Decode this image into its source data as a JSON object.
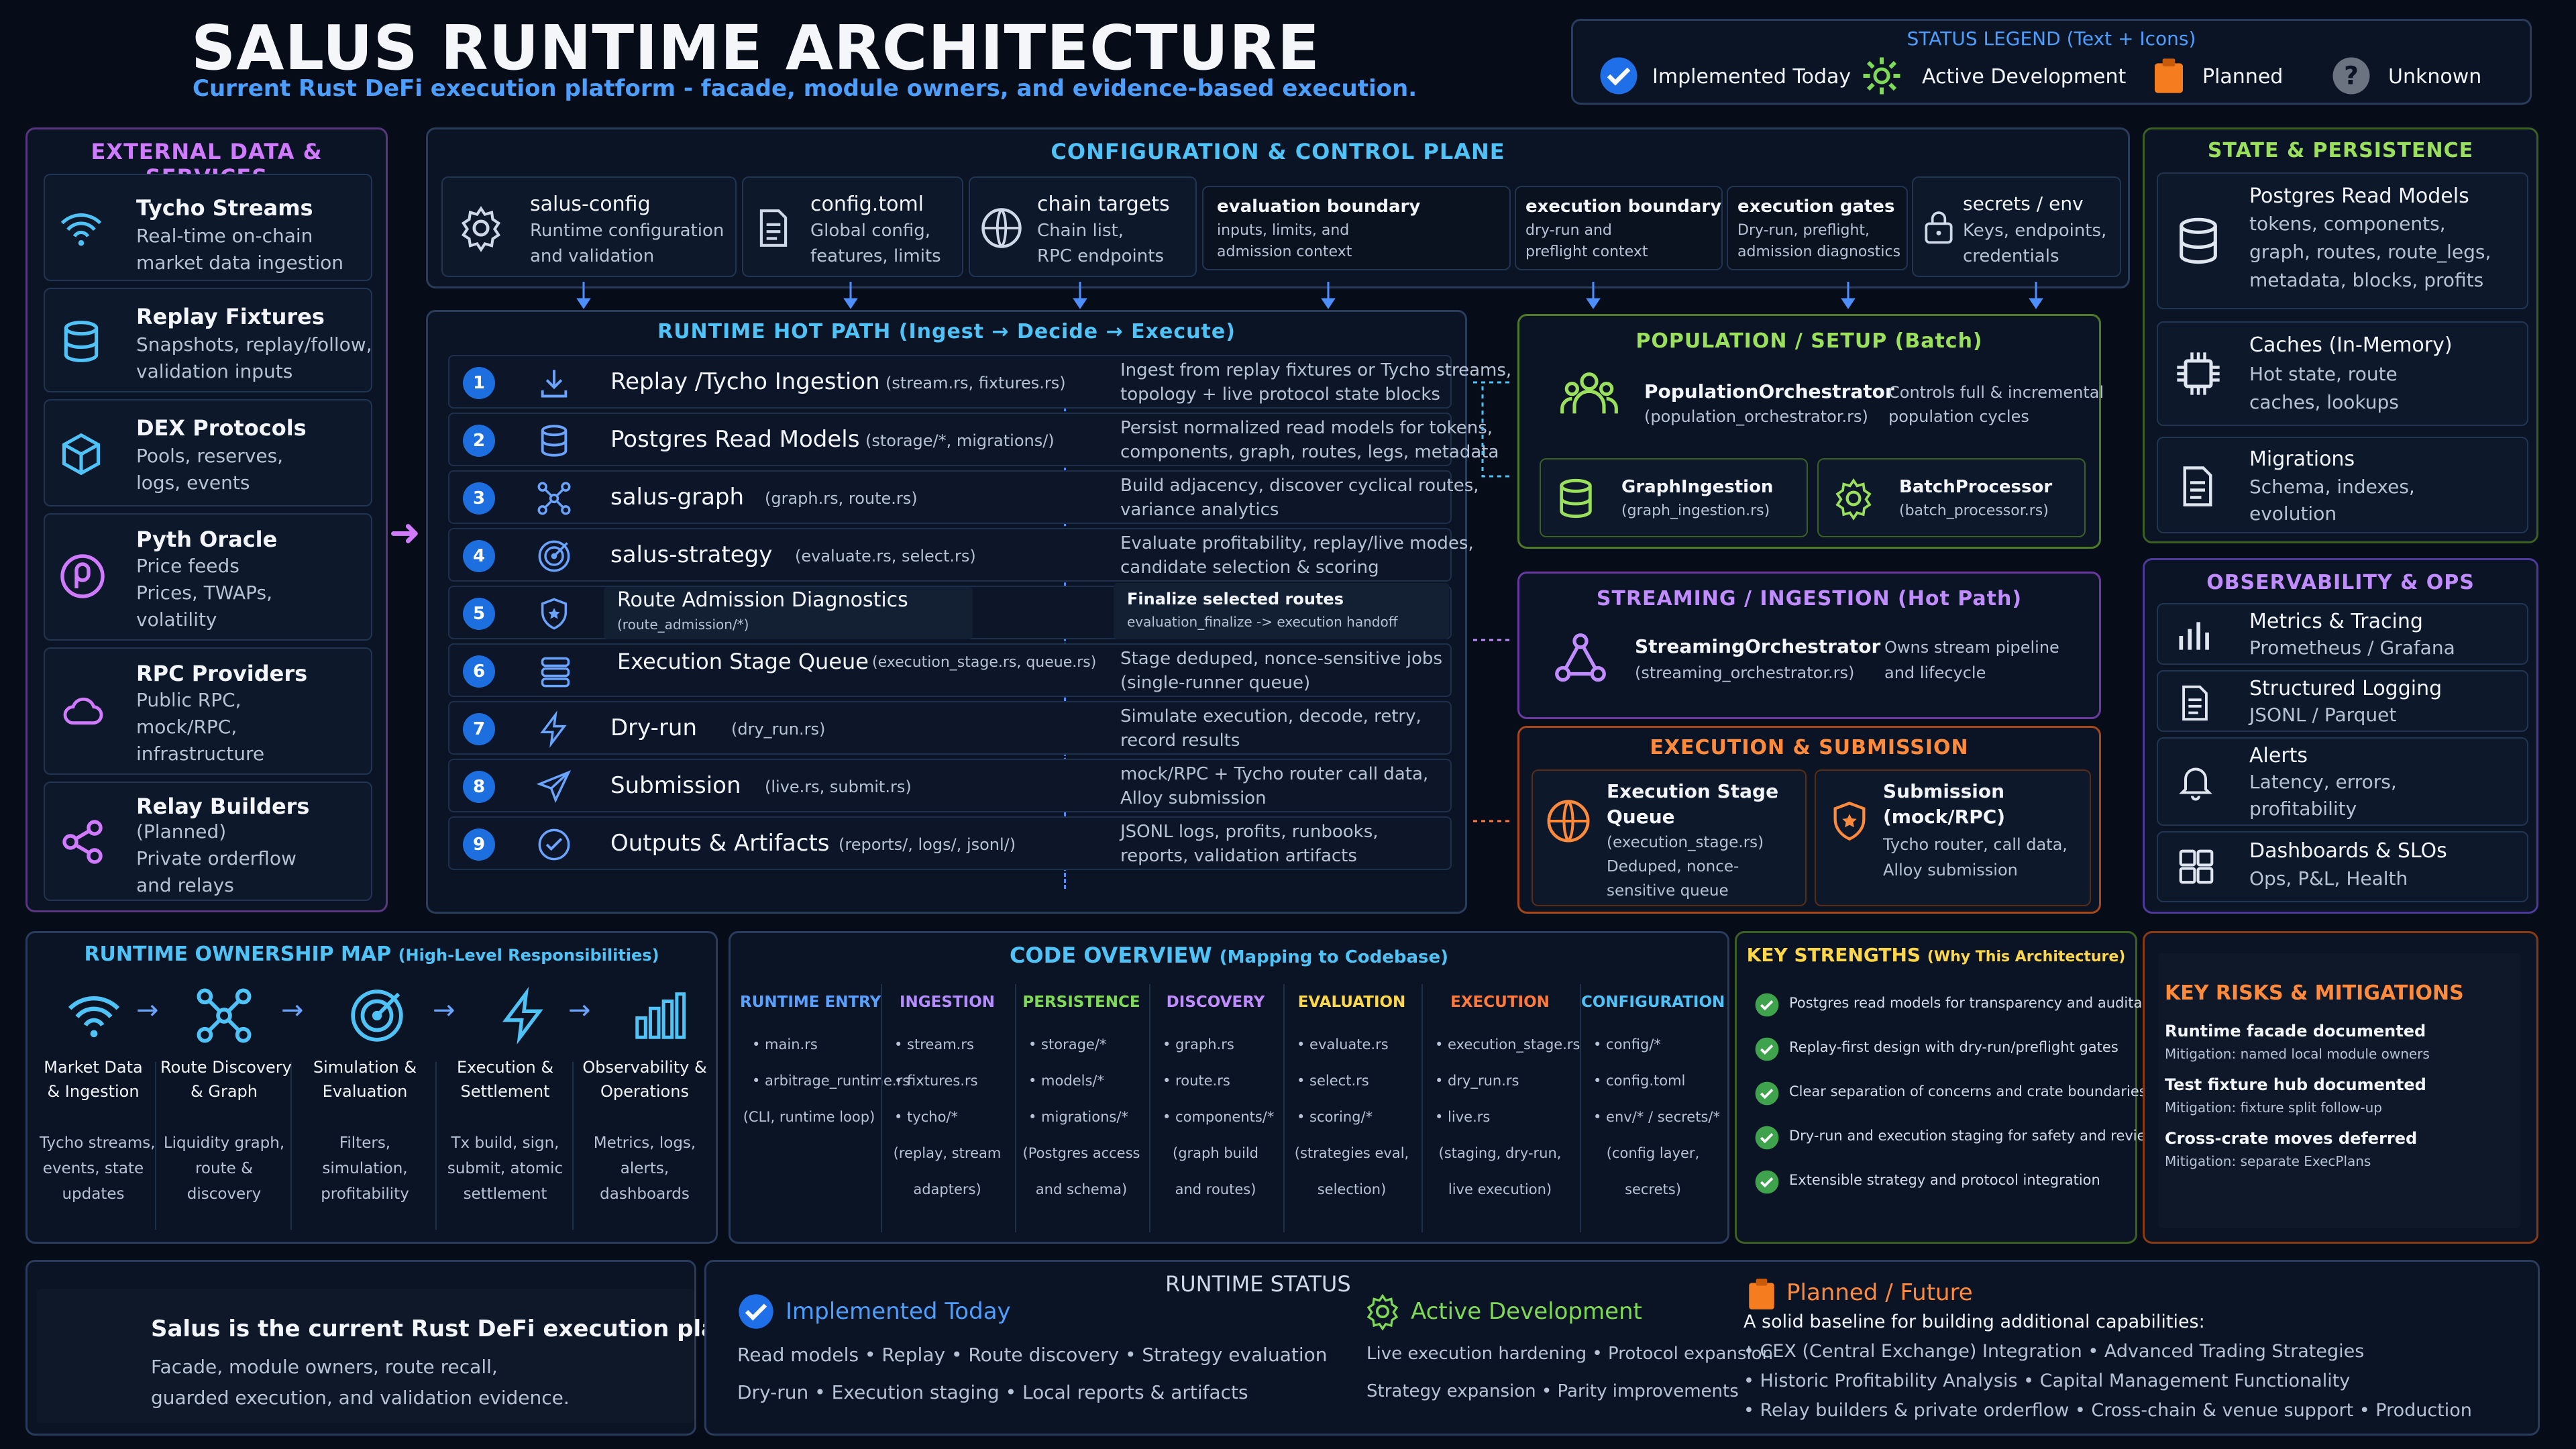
{
  "header": {
    "title": "SALUS RUNTIME ARCHITECTURE",
    "subtitle": "Current Rust DeFi execution platform - facade, module owners, and evidence-based execution."
  },
  "legend": {
    "title": "STATUS LEGEND (Text + Icons)",
    "implemented": "Implemented Today",
    "active": "Active Development",
    "planned": "Planned",
    "unknown": "Unknown"
  },
  "external": {
    "title": "EXTERNAL DATA & SERVICES",
    "items": [
      {
        "name": "Tycho Streams",
        "desc": [
          "Real-time on-chain",
          "market data ingestion"
        ],
        "icon": "wifi-icon"
      },
      {
        "name": "Replay Fixtures",
        "desc": [
          "Snapshots, replay/follow,",
          "validation inputs"
        ],
        "icon": "database-icon"
      },
      {
        "name": "DEX Protocols",
        "desc": [
          "Pools, reserves,",
          "logs, events"
        ],
        "icon": "cube-icon"
      },
      {
        "name": "Pyth Oracle",
        "desc": [
          "Price feeds",
          "Prices, TWAPs,",
          "volatility"
        ],
        "icon": "oracle-icon"
      },
      {
        "name": "RPC Providers",
        "desc": [
          "Public RPC,",
          "mock/RPC,",
          "infrastructure"
        ],
        "icon": "cloud-icon"
      },
      {
        "name": "Relay Builders",
        "desc": [
          "(Planned)",
          "Private orderflow",
          "and relays"
        ],
        "icon": "share-icon"
      }
    ]
  },
  "config": {
    "title": "CONFIGURATION & CONTROL PLANE",
    "items": [
      {
        "name": "salus-config",
        "desc": [
          "Runtime configuration",
          "and validation"
        ]
      },
      {
        "name": "config.toml",
        "desc": [
          "Global config,",
          "features, limits"
        ]
      },
      {
        "name": "chain targets",
        "desc": [
          "Chain list,",
          "RPC endpoints"
        ]
      },
      {
        "name": "evaluation boundary",
        "desc": [
          "inputs, limits, and",
          "admission context"
        ]
      },
      {
        "name": "execution boundary",
        "desc": [
          "dry-run and",
          "preflight context"
        ]
      },
      {
        "name": "execution gates",
        "desc": [
          "Dry-run, preflight,",
          "admission diagnostics"
        ]
      },
      {
        "name": "secrets / env",
        "desc": [
          "Keys, endpoints,",
          "credentials"
        ]
      }
    ]
  },
  "hotpath": {
    "title": "RUNTIME HOT PATH (Ingest → Decide → Execute)",
    "steps": [
      {
        "n": "1",
        "name": "Replay /Tycho Ingestion",
        "files": "(stream.rs, fixtures.rs)",
        "desc": [
          "Ingest from replay fixtures or Tycho streams,",
          "topology + live protocol state blocks"
        ]
      },
      {
        "n": "2",
        "name": "Postgres Read Models",
        "files": "(storage/*, migrations/)",
        "desc": [
          "Persist normalized read models for tokens,",
          "components, graph, routes, legs, metadata"
        ]
      },
      {
        "n": "3",
        "name": "salus-graph",
        "files": "(graph.rs, route.rs)",
        "desc": [
          "Build adjacency, discover cyclical routes,",
          "variance analytics"
        ]
      },
      {
        "n": "4",
        "name": "salus-strategy",
        "files": "(evaluate.rs, select.rs)",
        "desc": [
          "Evaluate profitability, replay/live modes,",
          "candidate selection & scoring"
        ]
      },
      {
        "n": "5",
        "name": "Route Admission Diagnostics",
        "files": "(route_admission/*)",
        "desc": [
          "Finalize selected routes",
          "evaluation_finalize -> execution handoff"
        ]
      },
      {
        "n": "6",
        "name": "Execution Stage Queue",
        "files": "(execution_stage.rs, queue.rs)",
        "desc": [
          "Stage deduped, nonce-sensitive jobs",
          "(single-runner queue)"
        ]
      },
      {
        "n": "7",
        "name": "Dry-run",
        "files": "(dry_run.rs)",
        "desc": [
          "Simulate execution, decode, retry,",
          "record results"
        ]
      },
      {
        "n": "8",
        "name": "Submission",
        "files": "(live.rs, submit.rs)",
        "desc": [
          "mock/RPC + Tycho router call data,",
          "Alloy submission"
        ]
      },
      {
        "n": "9",
        "name": "Outputs & Artifacts",
        "files": "(reports/, logs/, jsonl/)",
        "desc": [
          "JSONL logs, profits, runbooks,",
          "reports, validation artifacts"
        ]
      }
    ]
  },
  "population": {
    "title": "POPULATION / SETUP (Batch)",
    "orch": "PopulationOrchestrator",
    "orch_file": "(population_orchestrator.rs)",
    "orch_desc": [
      "Controls full & incremental",
      "population cycles"
    ],
    "graph": "GraphIngestion",
    "graph_file": "(graph_ingestion.rs)",
    "batch": "BatchProcessor",
    "batch_file": "(batch_processor.rs)"
  },
  "streaming": {
    "title": "STREAMING / INGESTION (Hot Path)",
    "orch": "StreamingOrchestrator",
    "orch_file": "(streaming_orchestrator.rs)",
    "desc": [
      "Owns stream pipeline",
      "and lifecycle"
    ]
  },
  "execution": {
    "title": "EXECUTION & SUBMISSION",
    "queue": [
      "Execution Stage",
      "Queue"
    ],
    "queue_desc": [
      "(execution_stage.rs)",
      "Deduped, nonce-",
      "sensitive queue"
    ],
    "sub": [
      "Submission",
      "(mock/RPC)"
    ],
    "sub_desc": [
      "Tycho router, call data,",
      "Alloy submission"
    ]
  },
  "state": {
    "title": "STATE & PERSISTENCE",
    "items": [
      {
        "name": "Postgres Read Models",
        "desc": [
          "tokens, components,",
          "graph, routes, route_legs,",
          "metadata, blocks, profits"
        ]
      },
      {
        "name": "Caches (In-Memory)",
        "desc": [
          "Hot state, route",
          "caches, lookups"
        ]
      },
      {
        "name": "Migrations",
        "desc": [
          "Schema, indexes,",
          "evolution"
        ]
      }
    ]
  },
  "obs": {
    "title": "OBSERVABILITY & OPS",
    "items": [
      {
        "name": "Metrics & Tracing",
        "desc": [
          "Prometheus / Grafana"
        ]
      },
      {
        "name": "Structured Logging",
        "desc": [
          "JSONL / Parquet"
        ]
      },
      {
        "name": "Alerts",
        "desc": [
          "Latency, errors,",
          "profitability"
        ]
      },
      {
        "name": "Dashboards & SLOs",
        "desc": [
          "Ops, P&L, Health"
        ]
      }
    ]
  },
  "ownership": {
    "title": "RUNTIME OWNERSHIP MAP",
    "title_sub": "(High-Level Responsibilities)",
    "items": [
      {
        "name": [
          "Market Data",
          "& Ingestion"
        ],
        "desc": [
          "Tycho streams,",
          "events, state",
          "updates"
        ]
      },
      {
        "name": [
          "Route Discovery",
          "& Graph"
        ],
        "desc": [
          "Liquidity graph,",
          "route &",
          "discovery"
        ]
      },
      {
        "name": [
          "Simulation &",
          "Evaluation"
        ],
        "desc": [
          "Filters,",
          "simulation,",
          "profitability"
        ]
      },
      {
        "name": [
          "Execution &",
          "Settlement"
        ],
        "desc": [
          "Tx build, sign,",
          "submit, atomic",
          "settlement"
        ]
      },
      {
        "name": [
          "Observability &",
          "Operations"
        ],
        "desc": [
          "Metrics, logs,",
          "alerts,",
          "dashboards"
        ]
      }
    ]
  },
  "code": {
    "title": "CODE OVERVIEW",
    "title_sub": "(Mapping to Codebase)",
    "cols": [
      {
        "head": "RUNTIME ENTRY",
        "lines": [
          "• main.rs",
          "• arbitrage_runtime.rs",
          "(CLI, runtime loop)"
        ],
        "color": "#5aa0ff"
      },
      {
        "head": "INGESTION",
        "lines": [
          "• stream.rs",
          "• fixtures.rs",
          "• tycho/*",
          "(replay, stream",
          "adapters)"
        ],
        "color": "#b58cff"
      },
      {
        "head": "PERSISTENCE",
        "lines": [
          "• storage/*",
          "• models/*",
          "• migrations/*",
          "(Postgres access",
          "and schema)"
        ],
        "color": "#7ed957"
      },
      {
        "head": "DISCOVERY",
        "lines": [
          "• graph.rs",
          "• route.rs",
          "• components/*",
          "(graph build",
          "and routes)"
        ],
        "color": "#c08cff"
      },
      {
        "head": "EVALUATION",
        "lines": [
          "• evaluate.rs",
          "• select.rs",
          "• scoring/*",
          "(strategies eval,",
          "selection)"
        ],
        "color": "#ffd84a"
      },
      {
        "head": "EXECUTION",
        "lines": [
          "• execution_stage.rs",
          "• dry_run.rs",
          "• live.rs",
          "(staging, dry-run,",
          "live execution)"
        ],
        "color": "#ff7a3c"
      },
      {
        "head": "CONFIGURATION",
        "lines": [
          "• config/*",
          "• config.toml",
          "• env/* / secrets/*",
          "(config layer,",
          "secrets)"
        ],
        "color": "#4fc3f7"
      }
    ]
  },
  "strengths": {
    "title": "KEY STRENGTHS",
    "title_sub": "(Why This Architecture)",
    "items": [
      "Postgres read models for transparency and auditability",
      "Replay-first design with dry-run/preflight gates",
      "Clear separation of concerns and crate boundaries",
      "Dry-run and execution staging for safety and review",
      "Extensible strategy and protocol integration"
    ]
  },
  "risks": {
    "title": "KEY RISKS & MITIGATIONS",
    "items": [
      {
        "name": "Runtime facade documented",
        "mit": "Mitigation: named local module owners"
      },
      {
        "name": "Test fixture hub documented",
        "mit": "Mitigation: fixture split follow-up"
      },
      {
        "name": "Cross-crate moves deferred",
        "mit": "Mitigation: separate ExecPlans"
      }
    ]
  },
  "summary": {
    "headline": "Salus is the current Rust DeFi execution platform.",
    "body": [
      "Facade, module owners, route recall,",
      "guarded execution, and validation evidence."
    ]
  },
  "status": {
    "title": "RUNTIME STATUS",
    "implemented": {
      "title": "Implemented Today",
      "lines": [
        "Read models  •  Replay  •  Route discovery  •  Strategy evaluation",
        "Dry-run  •  Execution staging  •  Local reports & artifacts"
      ]
    },
    "active": {
      "title": "Active Development",
      "lines": [
        "Live execution hardening  •  Protocol expansion",
        "Strategy expansion  •  Parity improvements"
      ]
    },
    "planned": {
      "title": "Planned / Future",
      "intro": "A solid baseline for building additional capabilities:",
      "lines": [
        "• CEX (Central Exchange) Integration   •  Advanced Trading Strategies",
        "• Historic Profitability Analysis   •  Capital Management Functionality",
        "• Relay builders & private orderflow   •  Cross-chain & venue support   •  Production"
      ]
    }
  },
  "colors": {
    "accent": "#4d8fff",
    "green": "#7ed957",
    "orange": "#ff7a3c",
    "purple": "#b58cff",
    "yellow": "#ffd84a",
    "bg": "#070d18"
  }
}
